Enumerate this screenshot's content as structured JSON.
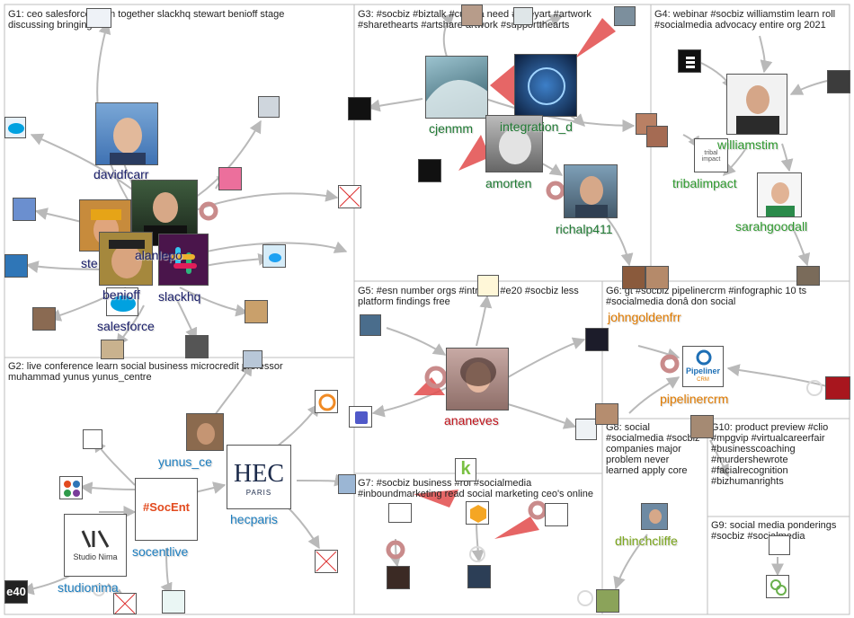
{
  "groups": [
    {
      "id": "G1",
      "title": "G1: ceo salesforce #crm together slackhq stewart benioff stage discussing bringing"
    },
    {
      "id": "G2",
      "title": "G2: live conference learn social business microcredit professor muhammad yunus yunus_centre"
    },
    {
      "id": "G3",
      "title": "G3: #socbiz #biztalk #cultura need #arteyart #artwork #sharethearts #artshare artwork #supportthearts"
    },
    {
      "id": "G4",
      "title": "G4: webinar #socbiz williamstim learn roll #socialmedia advocacy entire org 2021"
    },
    {
      "id": "G5",
      "title": "G5: #esn number orgs #intranet #e20 #socbiz less platform findings free"
    },
    {
      "id": "G6",
      "title": "G6: gt #socbiz pipelinercrm #infographic 10 ts #socialmedia donâ don social"
    },
    {
      "id": "G7",
      "title": "G7: #socbiz business #roi #socialmedia #inboundmarketing read social marketing ceo's online"
    },
    {
      "id": "G8",
      "title": "G8: social #socialmedia #socbiz companies major problem never learned apply core"
    },
    {
      "id": "G9",
      "title": "G9: social media ponderings #socbiz #socialmedia"
    },
    {
      "id": "G10",
      "title": "G10: product preview #clio #mpgvip #virtualcareerfair #businesscoaching #murdershewrote #facialrecognition #bizhumanrights"
    }
  ],
  "nodes": {
    "davidfcarr": "davidfcarr",
    "ste": "ste",
    "alanlepo": "alanlepo",
    "benioff": "benioff",
    "slackhq": "slackhq",
    "salesforce": "salesforce",
    "yunus_ce": "yunus_ce",
    "hecparis": "hecparis",
    "socentlive": "socentlive",
    "studionima": "studionima",
    "cjenmm": "cjenmm",
    "integration_d": "integration_d",
    "amorten": "amorten",
    "richalp411": "richalp411",
    "williamstim": "williamstim",
    "tribalimpact": "tribalimpact",
    "sarahgoodall": "sarahgoodall",
    "ananeves": "ananeves",
    "johngoldenfrr": "johngoldenfrr",
    "pipelinercrm": "pipelinercrm",
    "dhinchcliffe": "dhinchcliffe"
  },
  "logos": {
    "hec_main": "HEC",
    "hec_sub": "PARIS",
    "socent": "#SocEnt",
    "studio_nima": "Studio Nima",
    "pipeliner": "Pipeliner",
    "pipeliner_sub": "CRM",
    "tribal_impact": "tribal impact",
    "e40": "e40",
    "k_logo": "k"
  },
  "colors": {
    "G1": "#1a1f6b",
    "G2": "#1e7fc0",
    "G3": "#1f7a33",
    "G4": "#2f9a2f",
    "G5": "#c0141c",
    "G6": "#e07b00",
    "G8": "#7aa51a",
    "edge": "#b9b9b9",
    "arrow_red": "#e24b4b",
    "pin": "#c98b8b"
  }
}
